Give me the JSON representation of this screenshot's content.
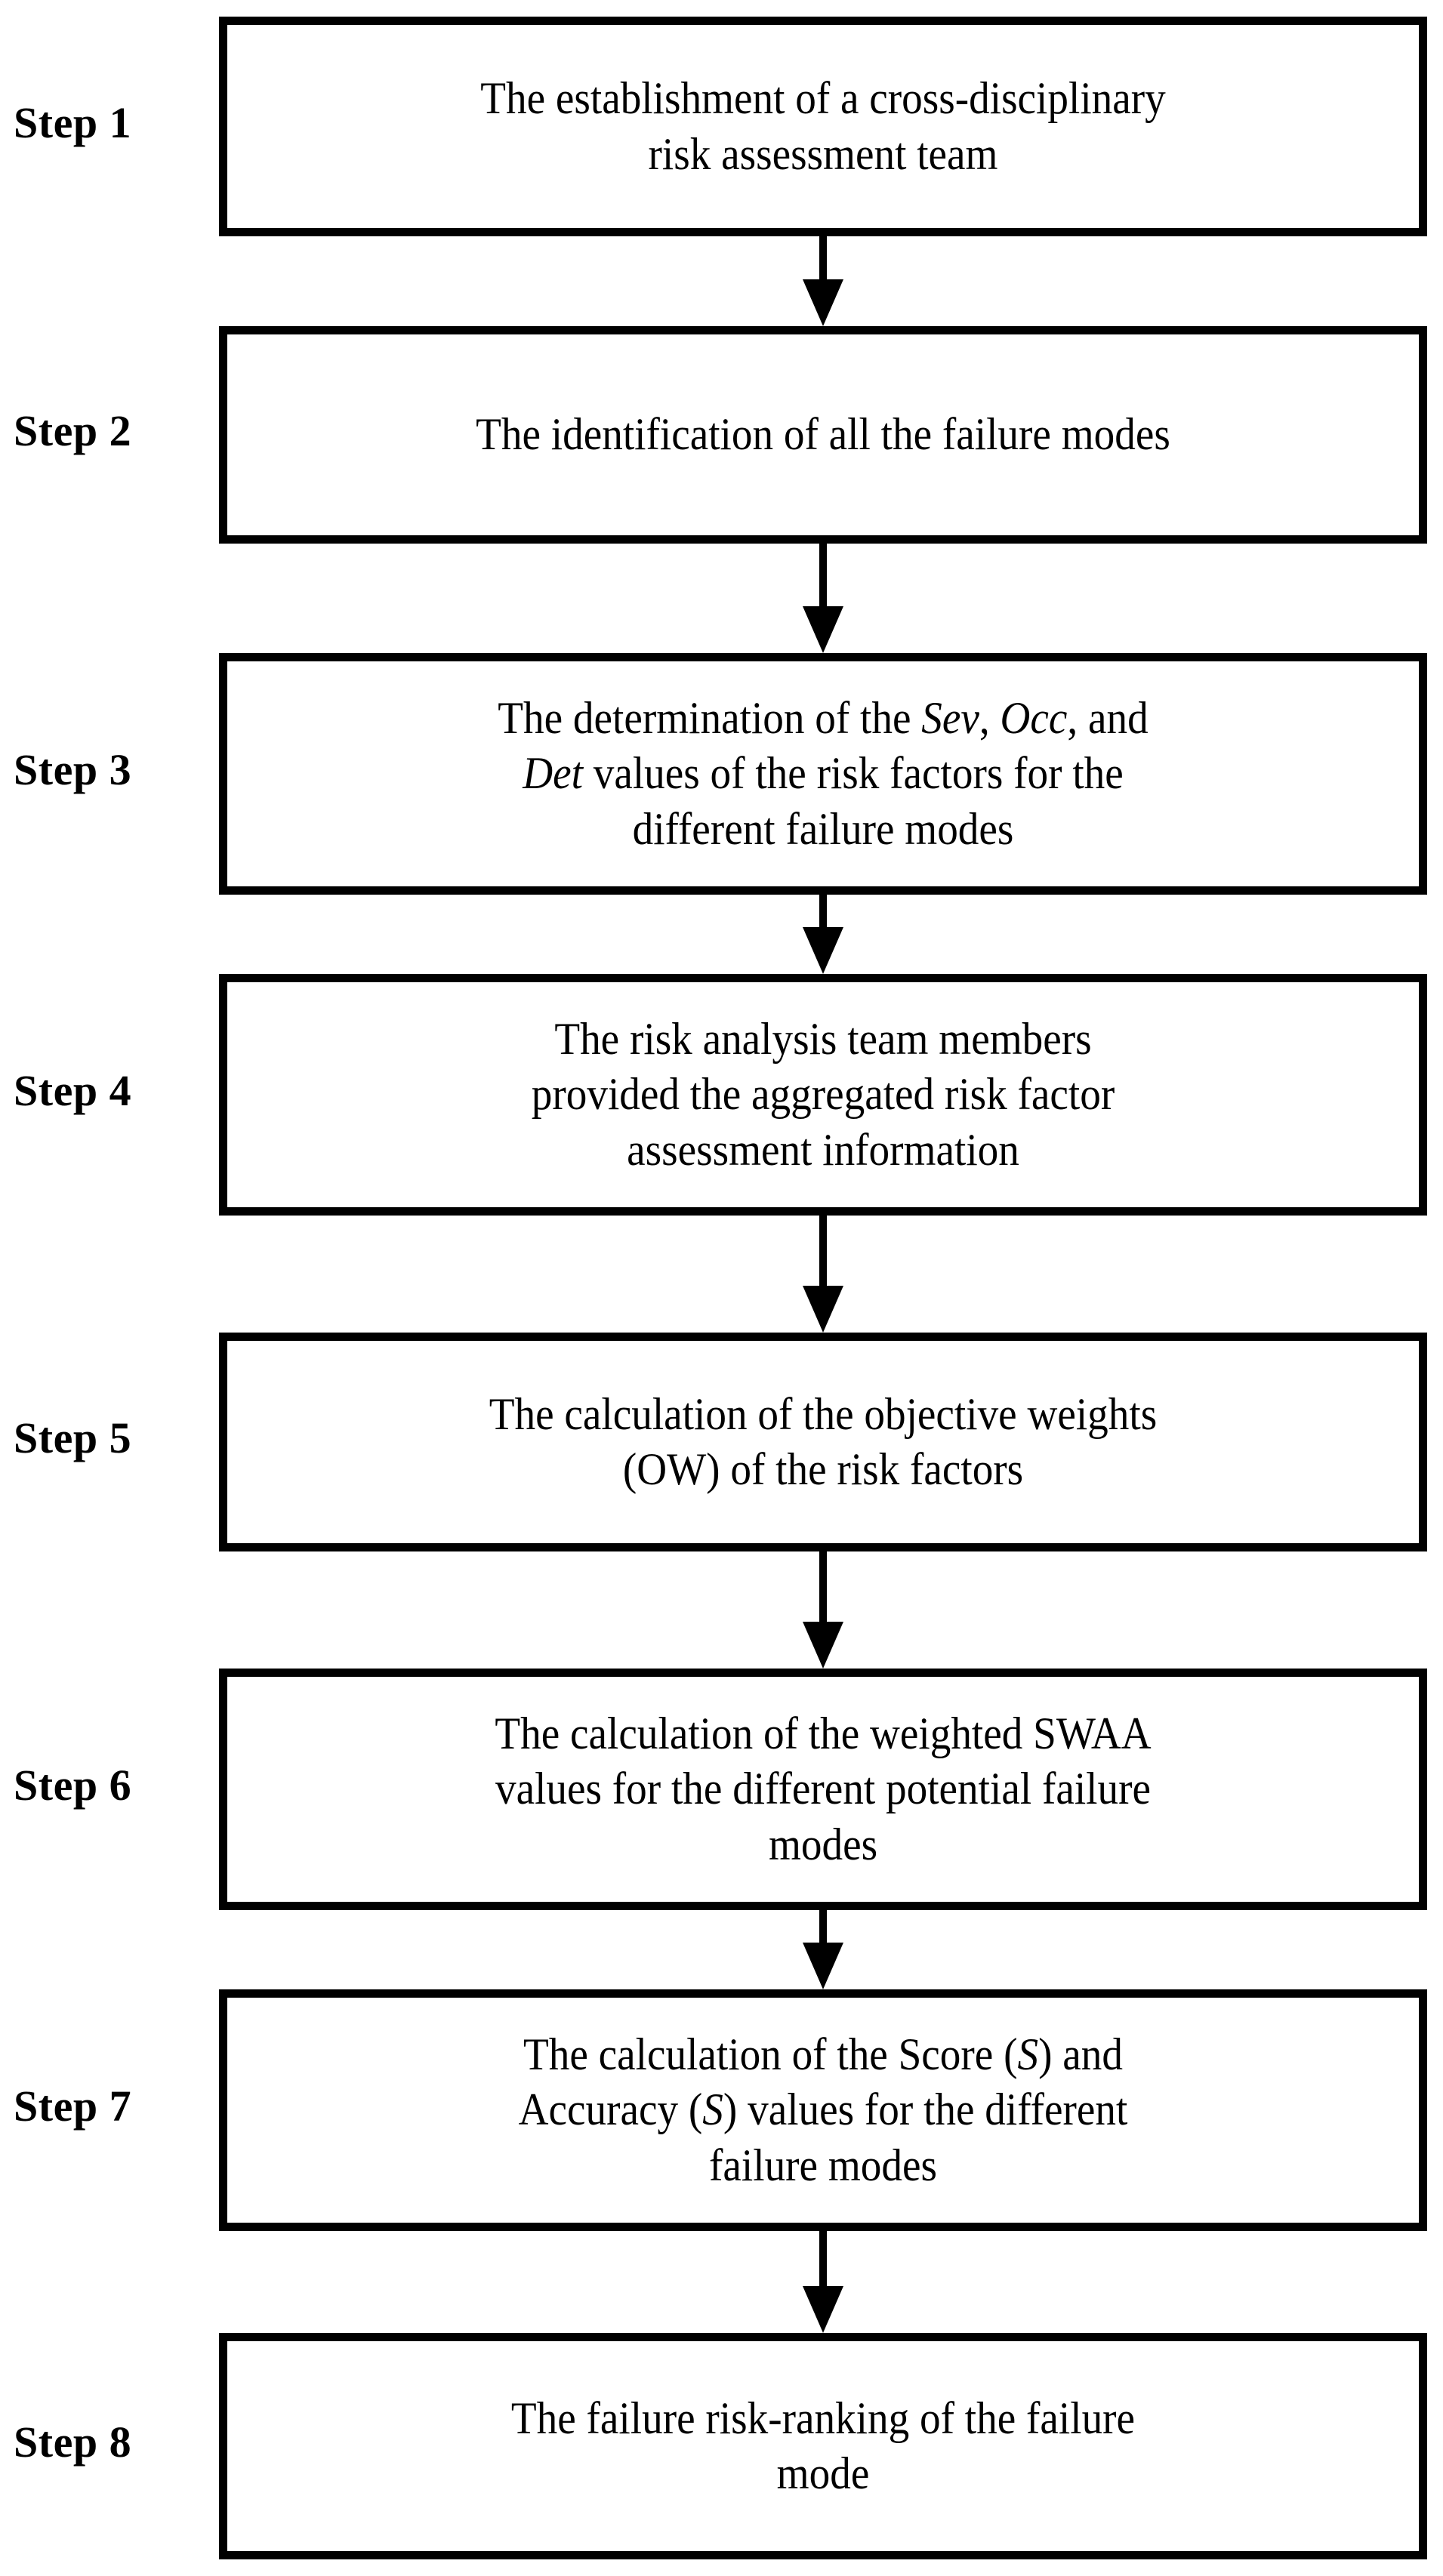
{
  "diagram": {
    "title": "FMEA risk assessment procedure flowchart",
    "type": "vertical-flowchart",
    "orientation": "top-to-bottom",
    "border_color": "#000000",
    "background_color": "#ffffff",
    "text_color": "#000000",
    "connector": "down-arrow",
    "step_count": 8
  },
  "steps": [
    {
      "label": "Step 1",
      "lines": [
        "The establishment of a cross-disciplinary",
        "risk assessment team"
      ],
      "text": "The establishment of a cross-disciplinary risk assessment team"
    },
    {
      "label": "Step 2",
      "lines": [
        "The identification of all the failure modes"
      ],
      "text": "The identification of all the failure modes"
    },
    {
      "label": "Step 3",
      "lines": [
        "The determination of the Sev, Occ, and",
        "Det values of the risk factors for the",
        "different failure modes"
      ],
      "text": "The determination of the Sev, Occ, and Det values of the risk factors for the different failure modes",
      "italic_terms": [
        "Sev",
        "Occ",
        "Det"
      ]
    },
    {
      "label": "Step 4",
      "lines": [
        "The risk analysis team members",
        "provided the aggregated risk factor",
        "assessment information"
      ],
      "text": "The risk analysis team members provided the aggregated risk factor assessment information"
    },
    {
      "label": "Step 5",
      "lines": [
        "The calculation of the objective weights",
        "(OW) of the risk factors"
      ],
      "text": "The calculation of the objective weights (OW) of the risk factors"
    },
    {
      "label": "Step 6",
      "lines": [
        "The calculation of the weighted SWAA",
        "values for the different potential failure",
        "modes"
      ],
      "text": "The calculation of the weighted SWAA values for the different potential failure modes"
    },
    {
      "label": "Step 7",
      "lines": [
        "The calculation of the Score (S) and",
        "Accuracy (S) values for the different",
        "failure modes"
      ],
      "text": "The calculation of the Score (S) and Accuracy (S) values for the different failure modes",
      "italic_terms": [
        "S"
      ]
    },
    {
      "label": "Step 8",
      "lines": [
        "The failure risk-ranking of the failure",
        "mode"
      ],
      "text": "The failure risk-ranking of the failure mode"
    }
  ],
  "arrows": [
    {
      "from": "Step 1",
      "to": "Step 2",
      "glyph": "down-arrow-icon"
    },
    {
      "from": "Step 2",
      "to": "Step 3",
      "glyph": "down-arrow-icon"
    },
    {
      "from": "Step 3",
      "to": "Step 4",
      "glyph": "down-arrow-icon"
    },
    {
      "from": "Step 4",
      "to": "Step 5",
      "glyph": "down-arrow-icon"
    },
    {
      "from": "Step 5",
      "to": "Step 6",
      "glyph": "down-arrow-icon"
    },
    {
      "from": "Step 6",
      "to": "Step 7",
      "glyph": "down-arrow-icon"
    },
    {
      "from": "Step 7",
      "to": "Step 8",
      "glyph": "down-arrow-icon"
    }
  ]
}
